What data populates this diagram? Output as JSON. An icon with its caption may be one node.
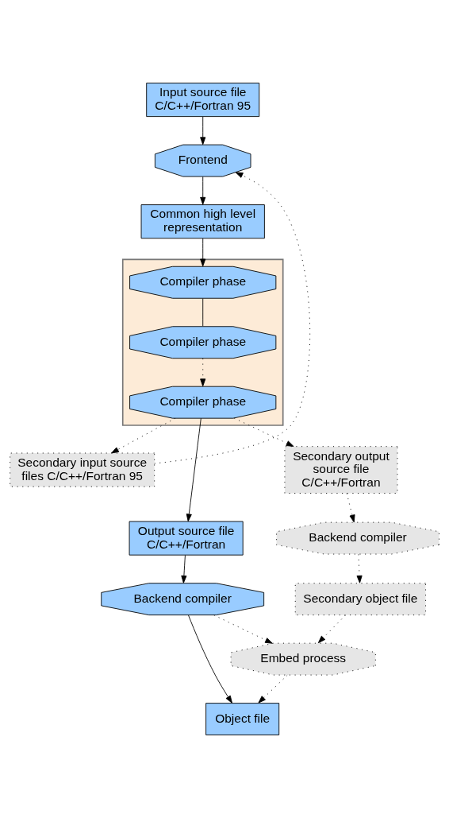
{
  "diagram": {
    "nodes": [
      {
        "text": [
          "Input source file C/C++/Fortran 95"
        ]
      },
      {
        "text": [
          "Frontend"
        ]
      },
      {
        "text": [
          "Common high level representation"
        ]
      },
      {
        "text": [],
        "shape": "box"
      },
      {
        "text": [
          "Compiler phase"
        ],
        "in": 3
      },
      {
        "text": [
          "Compiler phase"
        ],
        "in": 3
      },
      {
        "text": [
          "Compiler phase"
        ],
        "in": 3
      },
      {
        "text": [
          "Secondary input source files C/C++/Fortran 95"
        ]
      },
      {
        "text": [
          "Output source file C/C++/Fortran"
        ]
      },
      {
        "text": [
          "Secondary output source file C/C++/Fortran"
        ]
      },
      {
        "text": [
          "Backend compiler"
        ]
      },
      {
        "text": [
          "Backend compiler"
        ]
      },
      {
        "text": [
          "Secondary object file"
        ]
      },
      {
        "text": [
          "Embed process"
        ]
      },
      {
        "text": [
          "Object file"
        ]
      }
    ],
    "edges": [
      {
        "from": 0,
        "to": 1,
        "arrow": "to"
      },
      {
        "from": 1,
        "to": 2,
        "arrow": "to"
      },
      {
        "from": 2,
        "to": 4,
        "arrow": "to"
      },
      {
        "from": 4,
        "to": 5,
        "arrow": "none"
      },
      {
        "from": 5,
        "to": 6,
        "arrow": "to",
        "style": "dashed"
      },
      {
        "from": 6,
        "to": 7,
        "arrow": "to",
        "style": "dashed"
      },
      {
        "from": 7,
        "to": 1,
        "arrow": "to",
        "style": "dashed"
      },
      {
        "from": 6,
        "to": 8,
        "arrow": "to"
      },
      {
        "from": 6,
        "to": 9,
        "arrow": "to",
        "style": "dashed"
      },
      {
        "from": 8,
        "to": 10,
        "arrow": "to"
      },
      {
        "from": 9,
        "to": 11,
        "arrow": "to",
        "style": "dashed"
      },
      {
        "from": 11,
        "to": 12,
        "arrow": "to",
        "style": "dashed"
      },
      {
        "from": 12,
        "to": 13,
        "arrow": "to",
        "style": "dashed"
      },
      {
        "from": 10,
        "to": 13,
        "arrow": "to",
        "style": "dashed"
      },
      {
        "from": 10,
        "to": 14,
        "arrow": "to"
      },
      {
        "from": 13,
        "to": 14,
        "arrow": "to",
        "style": "dashed"
      }
    ]
  }
}
